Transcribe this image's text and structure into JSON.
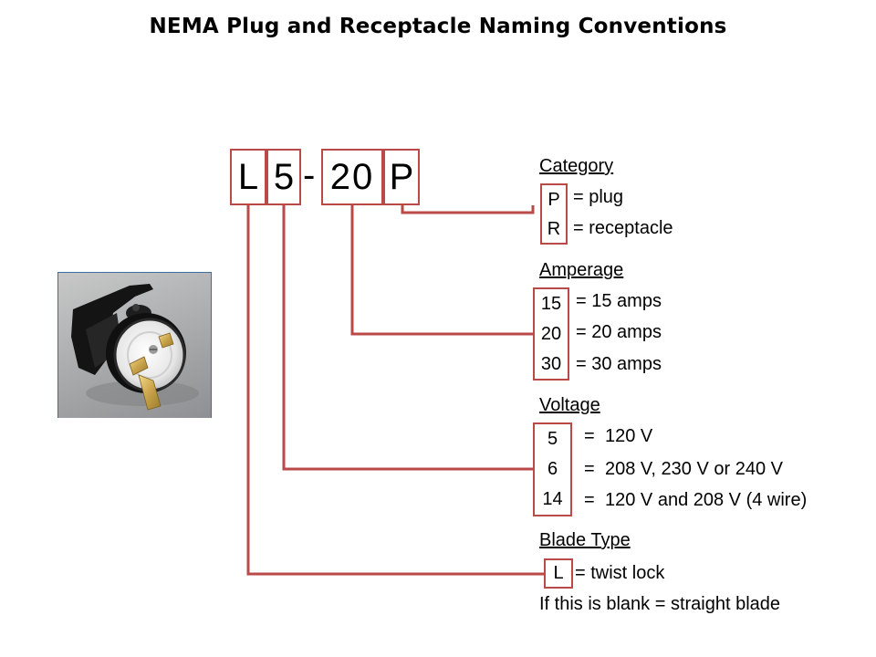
{
  "title": "NEMA Plug and Receptacle Naming Conventions",
  "code": {
    "c1": "L",
    "c2": "5",
    "dash": "-",
    "c3": "2",
    "c4": "0",
    "c5": "P"
  },
  "category": {
    "heading": "Category",
    "rows": [
      {
        "key": "P",
        "desc": "= plug"
      },
      {
        "key": "R",
        "desc": "= receptacle"
      }
    ]
  },
  "amperage": {
    "heading": "Amperage",
    "rows": [
      {
        "key": "15",
        "desc": "= 15 amps"
      },
      {
        "key": "20",
        "desc": "= 20 amps"
      },
      {
        "key": "30",
        "desc": "= 30 amps"
      }
    ]
  },
  "voltage": {
    "heading": "Voltage",
    "rows": [
      {
        "key": "5",
        "eq": "=",
        "desc": "120 V"
      },
      {
        "key": "6",
        "eq": "=",
        "desc": "208 V, 230 V or 240 V"
      },
      {
        "key": "14",
        "eq": "=",
        "desc": "120 V and 208 V (4 wire)"
      }
    ]
  },
  "blade": {
    "heading": "Blade Type",
    "rows": [
      {
        "key": "L",
        "desc": "= twist lock"
      }
    ],
    "note": "If this is blank = straight blade"
  },
  "colors": {
    "accent": "#b94a48"
  },
  "image": {
    "icon": "plug-photo-icon"
  }
}
